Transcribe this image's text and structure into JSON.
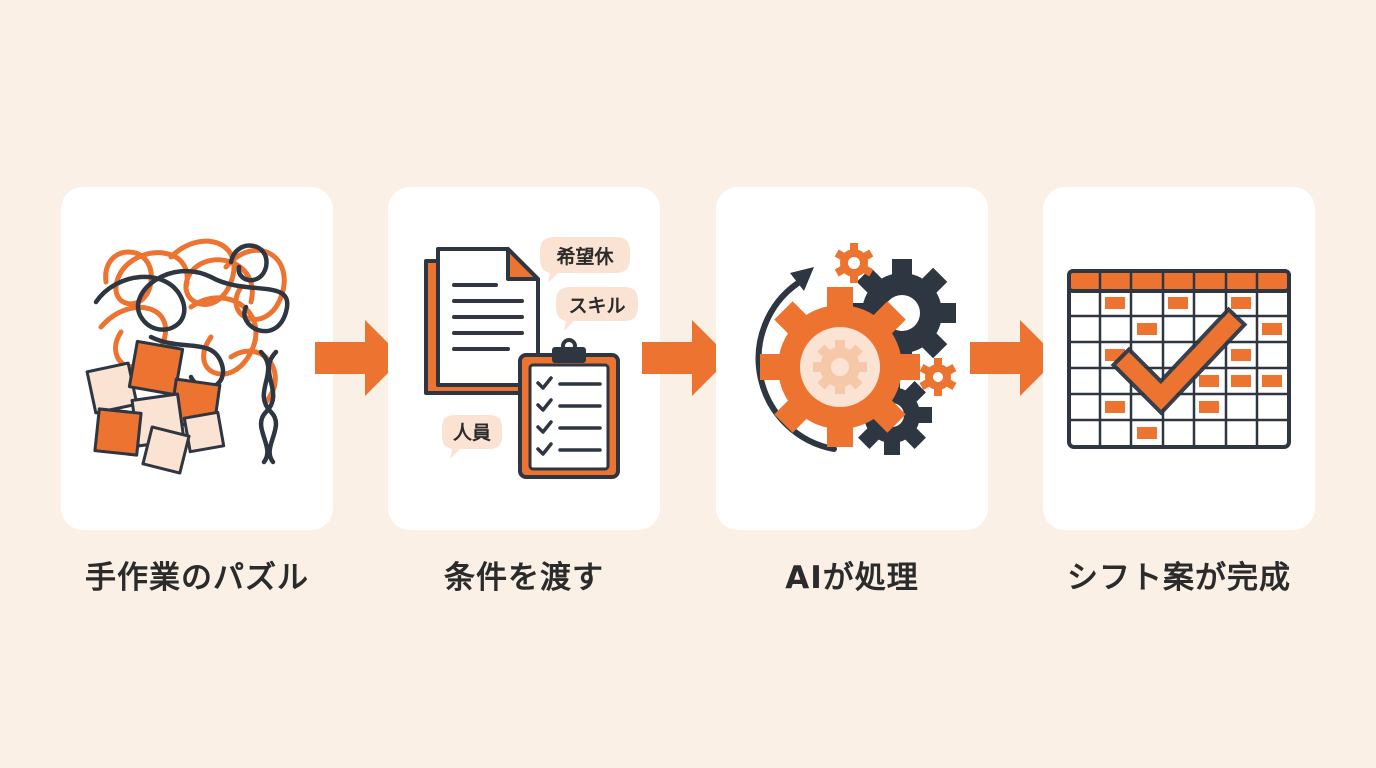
{
  "steps": [
    {
      "label": "手作業のパズル"
    },
    {
      "label": "条件を渡す",
      "tags": [
        "希望休",
        "スキル",
        "人員"
      ]
    },
    {
      "label": "AIが処理"
    },
    {
      "label": "シフト案が完成"
    }
  ],
  "colors": {
    "background": "#fbf0e5",
    "card": "#ffffff",
    "accent": "#ec7330",
    "dark": "#2e3642",
    "light_peach": "#fbe3d3"
  },
  "icons": [
    "tangled-lines-icon",
    "documents-checklist-icon",
    "gears-icon",
    "calendar-check-icon",
    "arrow-right-icon"
  ]
}
